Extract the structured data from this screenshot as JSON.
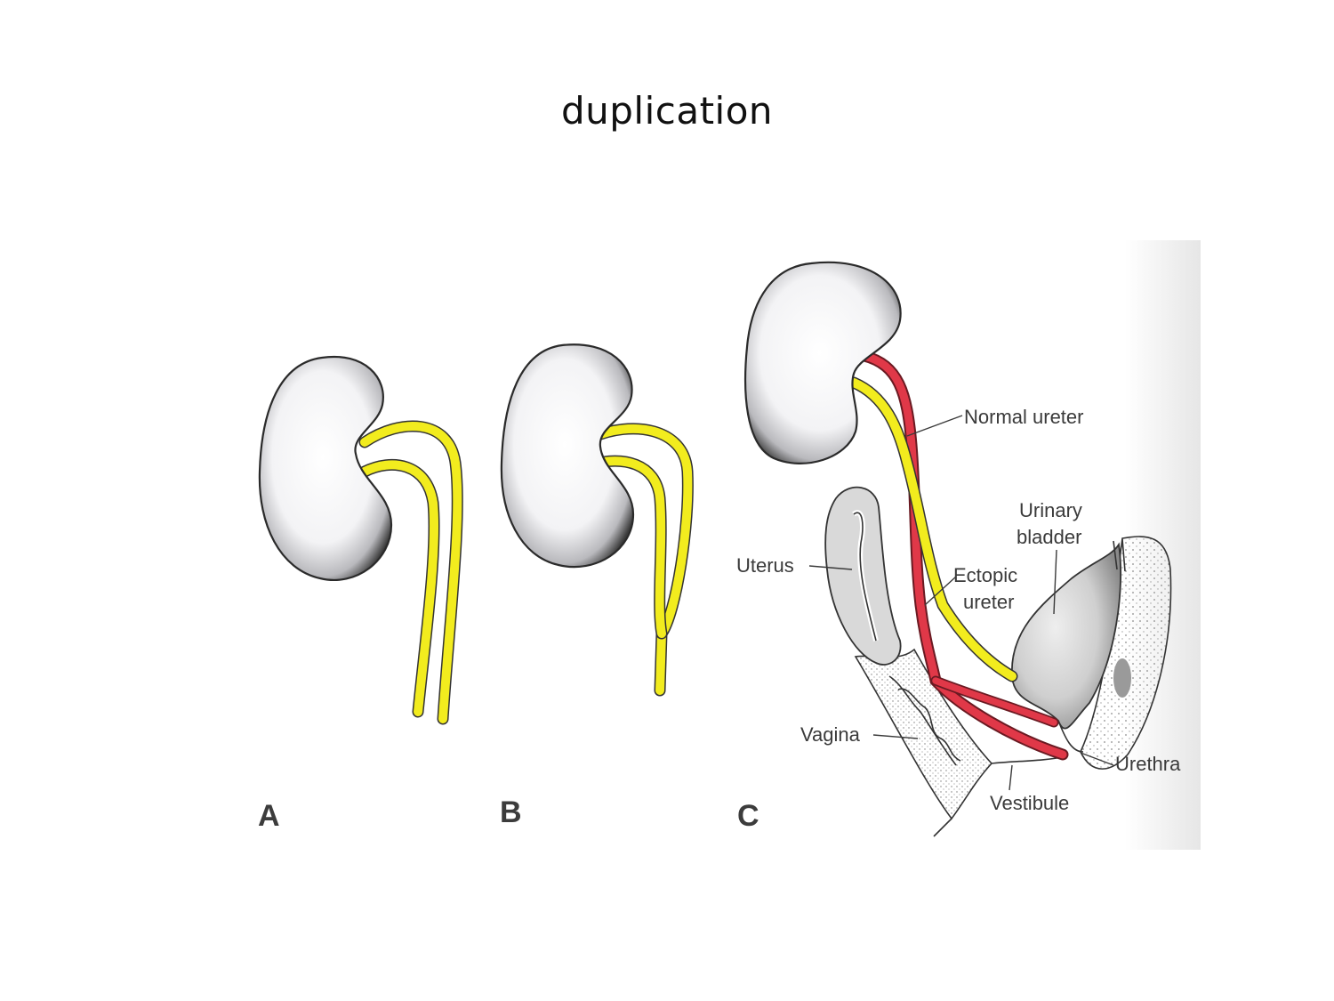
{
  "title": "duplication",
  "panels": {
    "a": {
      "letter": "A"
    },
    "b": {
      "letter": "B"
    },
    "c": {
      "letter": "C"
    }
  },
  "labels": {
    "normal_ureter": "Normal ureter",
    "urinary_bladder_line1": "Urinary",
    "urinary_bladder_line2": "bladder",
    "uterus": "Uterus",
    "ectopic_ureter_line1": "Ectopic",
    "ectopic_ureter_line2": "ureter",
    "vagina": "Vagina",
    "urethra": "Urethra",
    "vestibule": "Vestibule"
  },
  "colors": {
    "normal_ureter": "#f2ec1e",
    "ectopic_ureter": "#e03848",
    "kidney_fill": "#f4f4f6",
    "kidney_shade": "#2a2a2a",
    "uterus_fill": "#dcdcdc",
    "page_edge": "#f0f0f0"
  }
}
